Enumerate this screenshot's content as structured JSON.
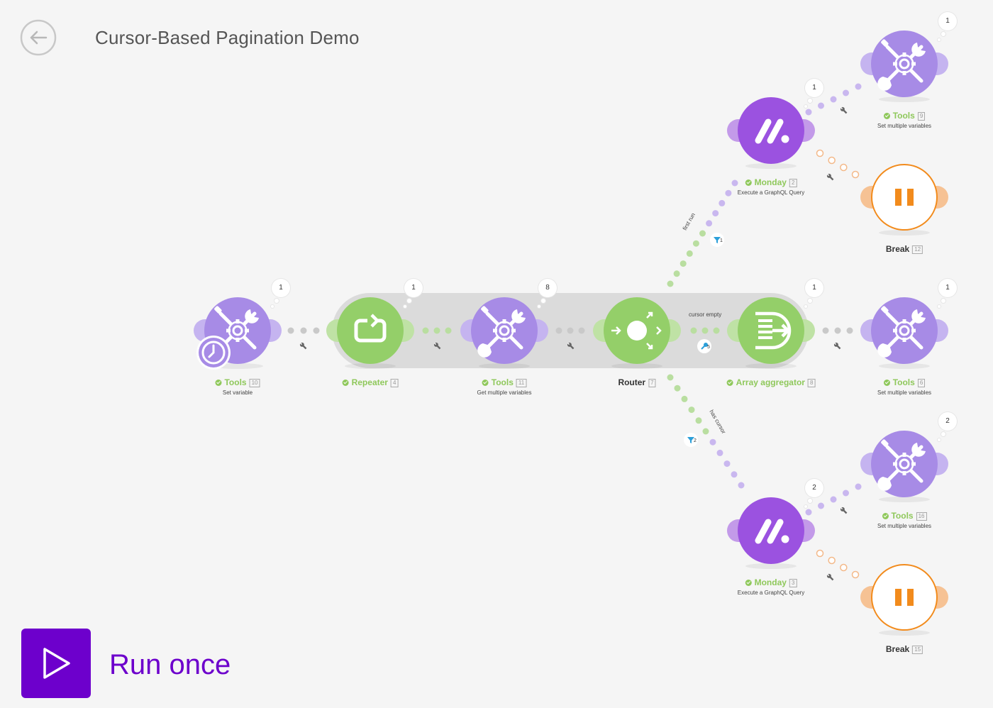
{
  "title": "Cursor-Based Pagination Demo",
  "run_button": {
    "label": "Run once",
    "icon": "play-icon"
  },
  "back_button": {
    "icon": "arrow-left-icon"
  },
  "colors": {
    "tools_purple": "#a78be6",
    "monday_purple": "#9b52e0",
    "green_module": "#94cf69",
    "break_orange": "#f28b1c",
    "run_purple": "#6d00cc",
    "success_green": "#8fc85b"
  },
  "modules": {
    "tools10": {
      "name": "Tools",
      "index": "10",
      "subtitle": "Set variable",
      "ops": "1",
      "icon": "wrench-screwdriver-icon",
      "badge_icon": "clock-icon"
    },
    "repeater": {
      "name": "Repeater",
      "index": "4",
      "subtitle": "",
      "ops": "1",
      "icon": "repeat-icon"
    },
    "tools11": {
      "name": "Tools",
      "index": "11",
      "subtitle": "Get multiple variables",
      "ops": "8",
      "icon": "wrench-screwdriver-icon"
    },
    "router": {
      "name": "Router",
      "index": "7",
      "icon": "router-icon"
    },
    "aggregator": {
      "name": "Array aggregator",
      "index": "8",
      "subtitle": "",
      "ops": "1",
      "icon": "aggregator-icon"
    },
    "tools6": {
      "name": "Tools",
      "index": "6",
      "subtitle": "Set multiple variables",
      "ops": "1",
      "icon": "wrench-screwdriver-icon"
    },
    "monday2": {
      "name": "Monday",
      "index": "2",
      "subtitle": "Execute a GraphQL Query",
      "ops": "1",
      "icon": "monday-logo-icon"
    },
    "tools9": {
      "name": "Tools",
      "index": "9",
      "subtitle": "Set multiple variables",
      "ops": "1",
      "icon": "wrench-screwdriver-icon"
    },
    "break12": {
      "name": "Break",
      "index": "12",
      "icon": "pause-icon"
    },
    "monday3": {
      "name": "Monday",
      "index": "3",
      "subtitle": "Execute a GraphQL Query",
      "ops": "2",
      "icon": "monday-logo-icon"
    },
    "tools16": {
      "name": "Tools",
      "index": "16",
      "subtitle": "Set multiple variables",
      "ops": "2",
      "icon": "wrench-screwdriver-icon"
    },
    "break15": {
      "name": "Break",
      "index": "15",
      "icon": "pause-icon"
    }
  },
  "routes": {
    "first_run": {
      "label": "first run",
      "filter_number": "1"
    },
    "cursor_empty": {
      "label": "cursor empty",
      "filter_number": "5"
    },
    "has_cursor": {
      "label": "has cursor",
      "filter_number": "2"
    }
  }
}
